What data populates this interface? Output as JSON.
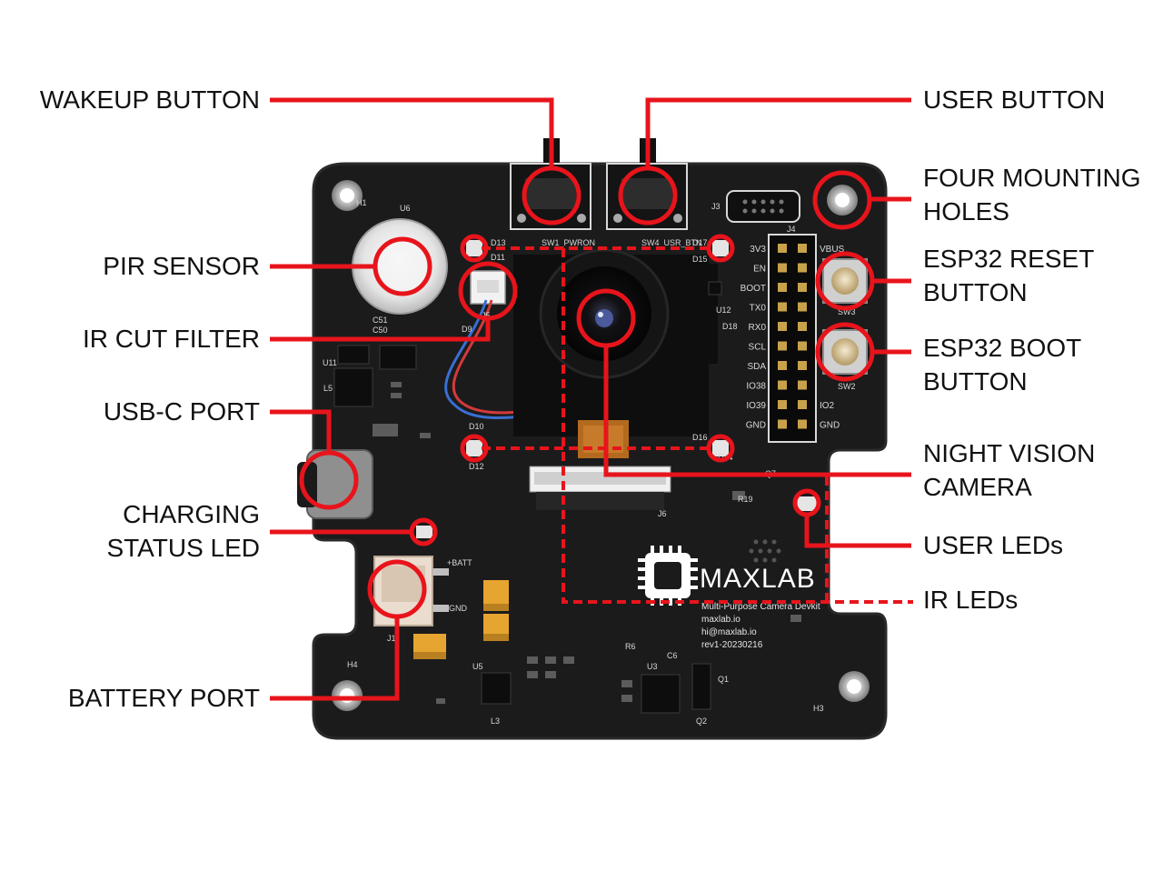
{
  "colors": {
    "annotation": "#e8141b",
    "board": "#1b1b1c",
    "board_edge": "#2a2a2b",
    "silk": "#d8d8d8",
    "label_text": "#111111"
  },
  "callouts": {
    "wakeup_button": "WAKEUP BUTTON",
    "user_button": "USER BUTTON",
    "mounting_holes": [
      "FOUR MOUNTING",
      "HOLES"
    ],
    "pir_sensor": "PIR SENSOR",
    "esp32_reset": [
      "ESP32 RESET",
      "BUTTON"
    ],
    "ir_cut_filter": "IR CUT FILTER",
    "esp32_boot": [
      "ESP32 BOOT",
      "BUTTON"
    ],
    "usb_c_port": "USB-C PORT",
    "night_vision_camera": [
      "NIGHT VISION",
      "CAMERA"
    ],
    "charging_status_led": [
      "CHARGING",
      "STATUS LED"
    ],
    "user_leds": "USER LEDs",
    "ir_leds": "IR LEDs",
    "battery_port": "BATTERY PORT"
  },
  "board": {
    "brand": "MAXLAB",
    "info_lines": [
      "Multi-Purpose Camera Devkit",
      "maxlab.io",
      "hi@maxlab.io",
      "rev1-20230216"
    ],
    "silk": {
      "h1": "H1",
      "u6": "U6",
      "h4": "H4",
      "h3": "H3",
      "j3": "J3",
      "j4": "J4",
      "sw1": "SW1_PWRON",
      "sw4": "SW4_USR_BTN",
      "sw3": "SW3",
      "sw2": "SW2",
      "d13": "D13",
      "d11": "D11",
      "d17": "D17",
      "d15": "D15",
      "d10": "D10",
      "d12": "D12",
      "d16": "D16",
      "d14": "D14",
      "j5": "J5",
      "j6": "J6",
      "j1": "J1",
      "u11": "U11",
      "l5": "L5",
      "u12": "U12",
      "c51": "C51",
      "c50": "C50",
      "d9": "D9",
      "d18": "D18",
      "r19": "R19",
      "q7": "Q7",
      "u3": "U3",
      "u5": "U5",
      "l3": "L3",
      "q1": "Q1",
      "q2": "Q2",
      "r6": "R6",
      "c6": "C6",
      "plus_batt": "+BATT",
      "gnd": "GND",
      "pins_left": [
        "3V3",
        "EN",
        "BOOT",
        "TX0",
        "RX0",
        "SCL",
        "SDA",
        "IO38",
        "IO39",
        "GND"
      ],
      "pins_right": [
        "VBUS",
        "IO2",
        "GND"
      ]
    }
  }
}
